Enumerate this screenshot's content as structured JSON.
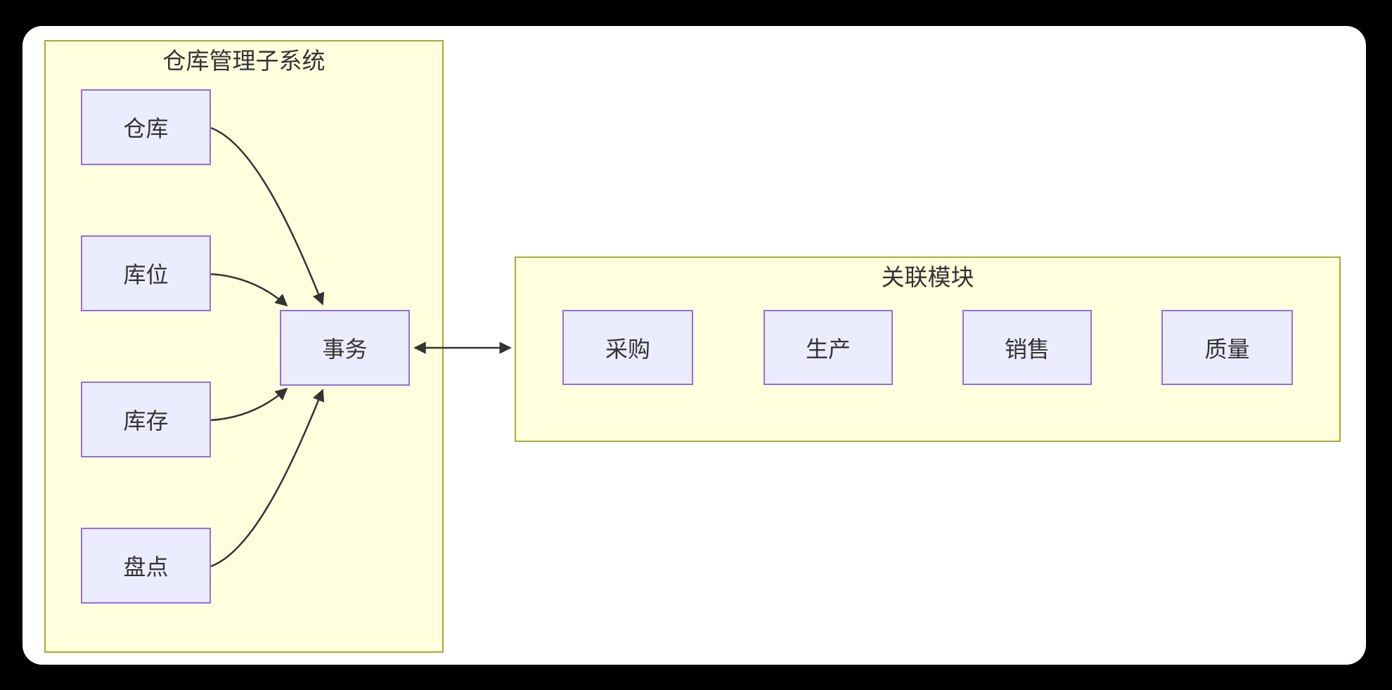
{
  "diagram_type": "flowchart",
  "clusters": [
    {
      "id": "warehouse-subsystem",
      "title": "仓库管理子系统"
    },
    {
      "id": "related-modules",
      "title": "关联模块"
    }
  ],
  "nodes": {
    "warehouse": {
      "label": "仓库"
    },
    "storage_location": {
      "label": "库位"
    },
    "inventory": {
      "label": "库存"
    },
    "stocktaking": {
      "label": "盘点"
    },
    "transaction": {
      "label": "事务"
    },
    "purchasing": {
      "label": "采购"
    },
    "production": {
      "label": "生产"
    },
    "sales": {
      "label": "销售"
    },
    "quality": {
      "label": "质量"
    }
  },
  "edges": [
    {
      "from": "仓库",
      "to": "事务",
      "arrow": "single"
    },
    {
      "from": "库位",
      "to": "事务",
      "arrow": "single"
    },
    {
      "from": "库存",
      "to": "事务",
      "arrow": "single"
    },
    {
      "from": "盘点",
      "to": "事务",
      "arrow": "single"
    },
    {
      "from": "事务",
      "to": "关联模块",
      "arrow": "double"
    }
  ],
  "style": {
    "page_background": "#000000",
    "card_background": "#ffffff",
    "cluster_fill": "#ffffde",
    "cluster_border": "#aaaa33",
    "node_fill": "#ECECFF",
    "node_border": "#9370DB",
    "edge_color": "#333333",
    "text_color": "#333333"
  }
}
